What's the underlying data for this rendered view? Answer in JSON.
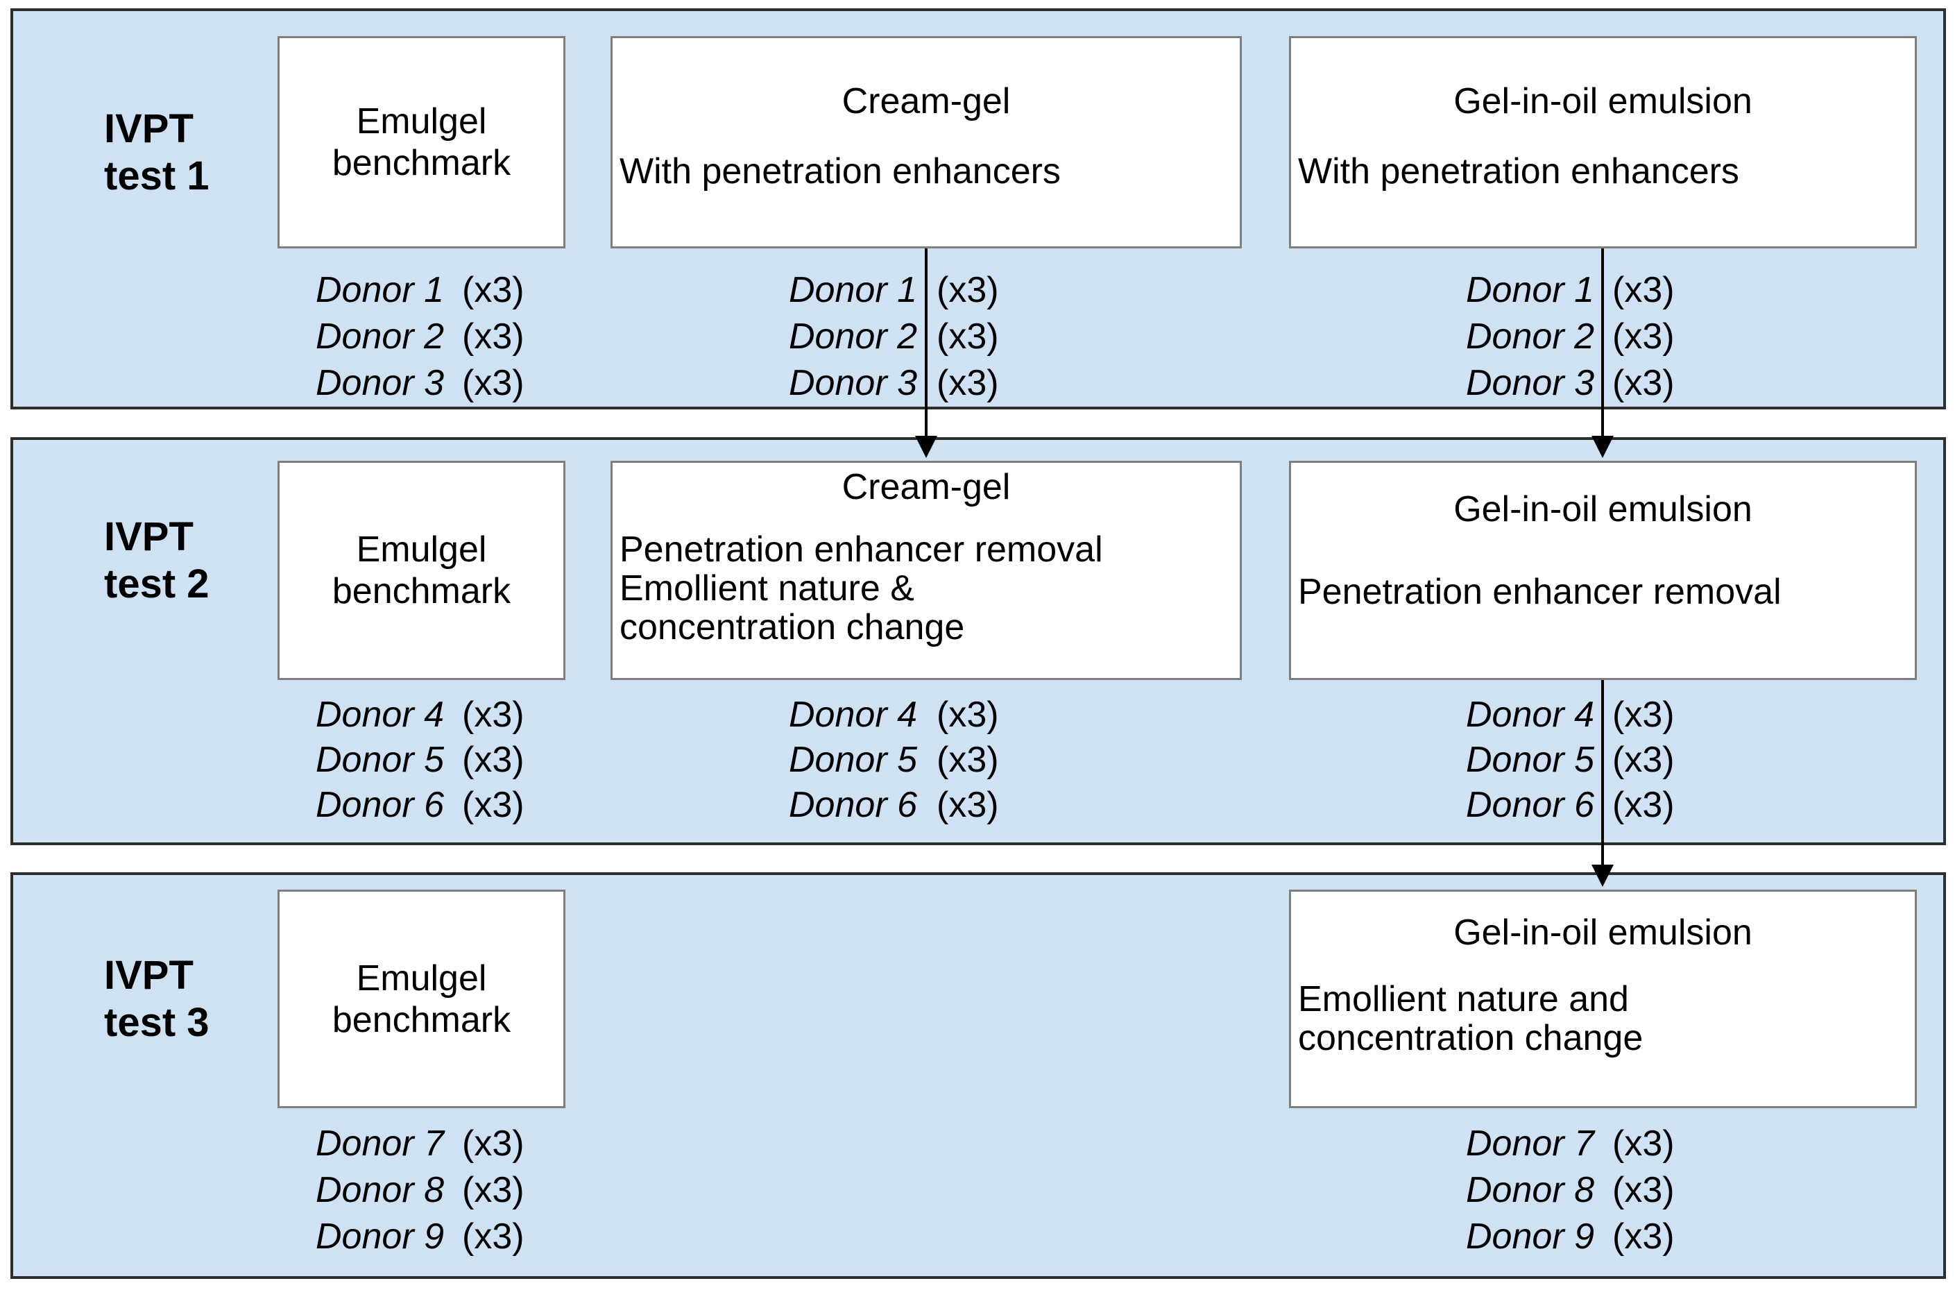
{
  "colors": {
    "panel_fill": "#cfe2f3",
    "panel_border": "#2e2e2e",
    "box_border": "#7f7f7f",
    "text": "#000000",
    "arrow": "#000000"
  },
  "rows": [
    {
      "label": [
        "IVPT",
        "test 1"
      ],
      "emulgel": [
        "Emulgel",
        "benchmark"
      ],
      "creamgel": {
        "title": "Cream-gel",
        "desc": [
          "With penetration enhancers"
        ]
      },
      "gelinoil": {
        "title": "Gel-in-oil emulsion",
        "desc": [
          "With penetration enhancers"
        ]
      },
      "donors": [
        {
          "name": "Donor 1",
          "count": "(x3)"
        },
        {
          "name": "Donor 2",
          "count": "(x3)"
        },
        {
          "name": "Donor 3",
          "count": "(x3)"
        }
      ]
    },
    {
      "label": [
        "IVPT",
        "test 2"
      ],
      "emulgel": [
        "Emulgel",
        "benchmark"
      ],
      "creamgel": {
        "title": "Cream-gel",
        "desc": [
          "Penetration enhancer removal",
          "Emollient nature &",
          "concentration change"
        ]
      },
      "gelinoil": {
        "title": "Gel-in-oil emulsion",
        "desc": [
          "Penetration enhancer removal"
        ]
      },
      "donors": [
        {
          "name": "Donor 4",
          "count": "(x3)"
        },
        {
          "name": "Donor 5",
          "count": "(x3)"
        },
        {
          "name": "Donor 6",
          "count": "(x3)"
        }
      ]
    },
    {
      "label": [
        "IVPT",
        "test 3"
      ],
      "emulgel": [
        "Emulgel",
        "benchmark"
      ],
      "gelinoil": {
        "title": "Gel-in-oil emulsion",
        "desc": [
          "Emollient nature and",
          "concentration change"
        ]
      },
      "donors": [
        {
          "name": "Donor 7",
          "count": "(x3)"
        },
        {
          "name": "Donor 8",
          "count": "(x3)"
        },
        {
          "name": "Donor 9",
          "count": "(x3)"
        }
      ]
    }
  ]
}
